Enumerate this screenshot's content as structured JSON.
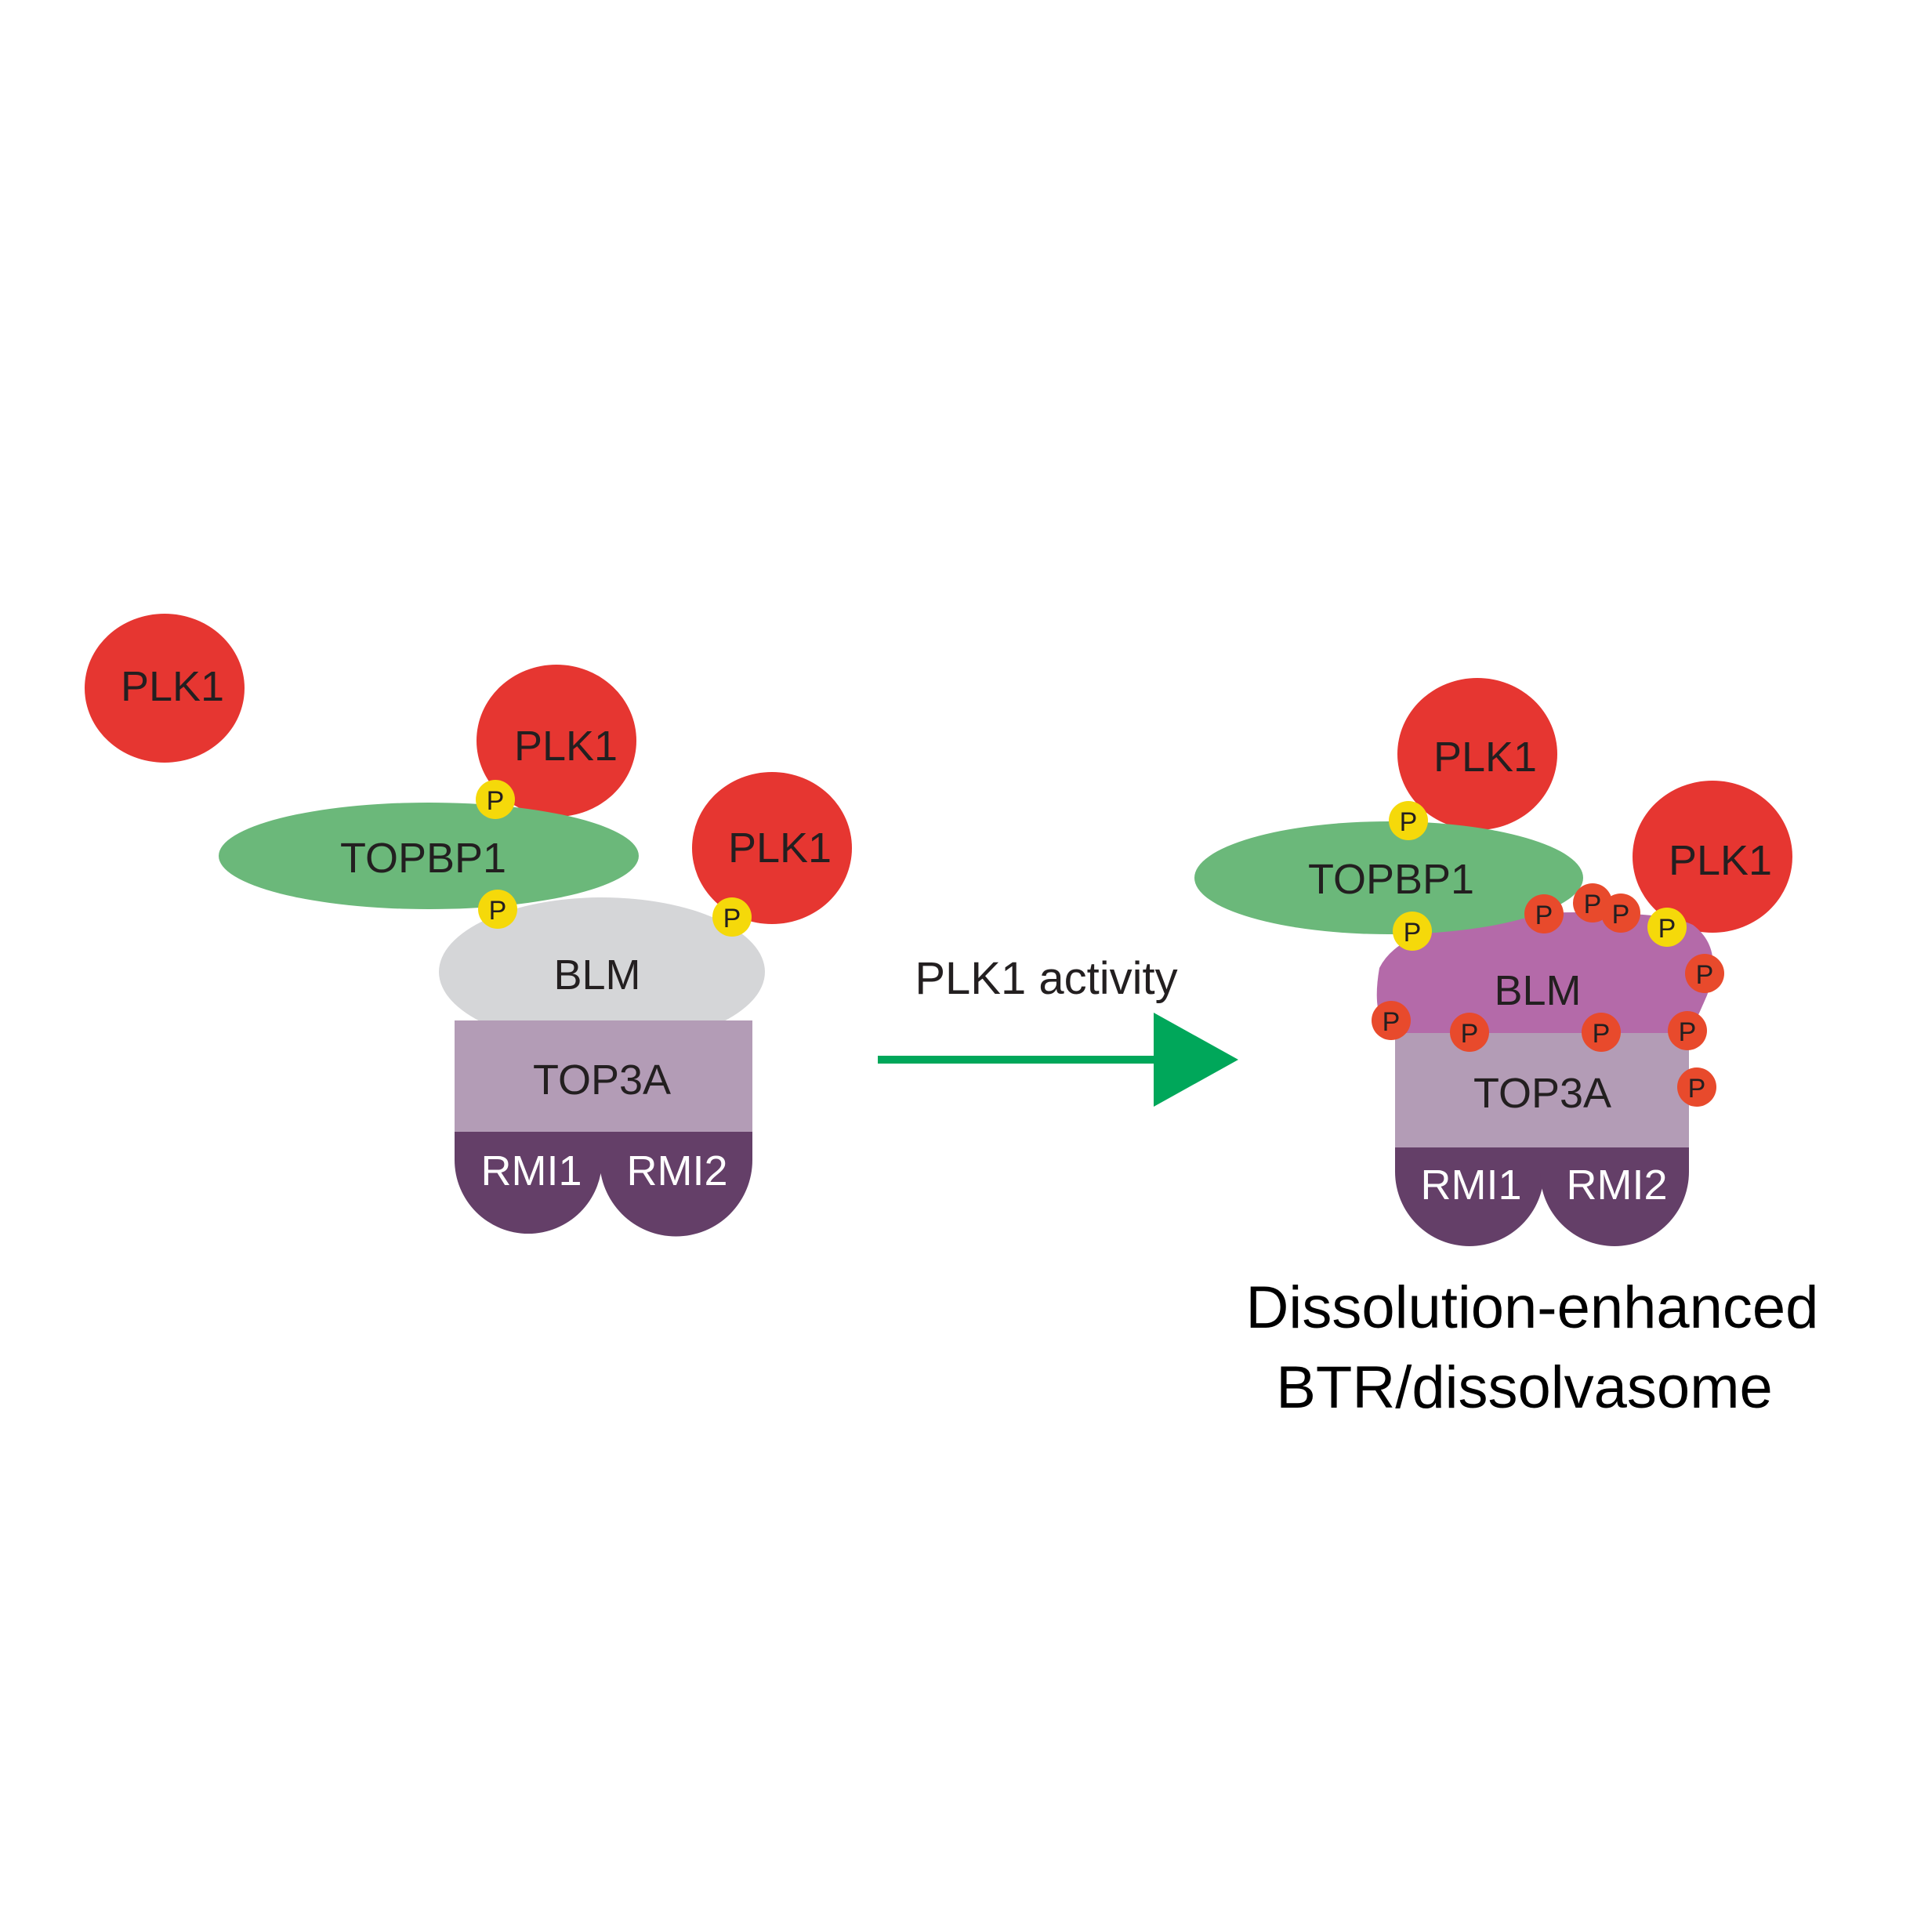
{
  "colors": {
    "plk1": "#e63631",
    "topbp1": "#6bb87a",
    "blm_inactive": "#d5d6d8",
    "blm_active": "#b46aa9",
    "top3a": "#b39cb6",
    "rmi": "#643f68",
    "phospho_yellow": "#f5d90a",
    "phospho_red": "#e84a2c",
    "arrow": "#00a75a",
    "text_dark": "#231f20",
    "text_light": "#ffffff"
  },
  "left_complex": {
    "free_kinase": "PLK1",
    "bound_kinase_top": "PLK1",
    "bound_kinase_right": "PLK1",
    "scaffold": "TOPBP1",
    "helicase": "BLM",
    "topoisomerase": "TOP3A",
    "rmi1": "RMI1",
    "rmi2": "RMI2",
    "phospho_label": "P"
  },
  "transition": {
    "label": "PLK1 activity"
  },
  "right_complex": {
    "bound_kinase_top": "PLK1",
    "bound_kinase_right": "PLK1",
    "scaffold": "TOPBP1",
    "helicase": "BLM",
    "topoisomerase": "TOP3A",
    "rmi1": "RMI1",
    "rmi2": "RMI2",
    "phospho_label": "P"
  },
  "caption": {
    "line1": "Dissolution-enhanced",
    "line2": "BTR/dissolvasome"
  }
}
